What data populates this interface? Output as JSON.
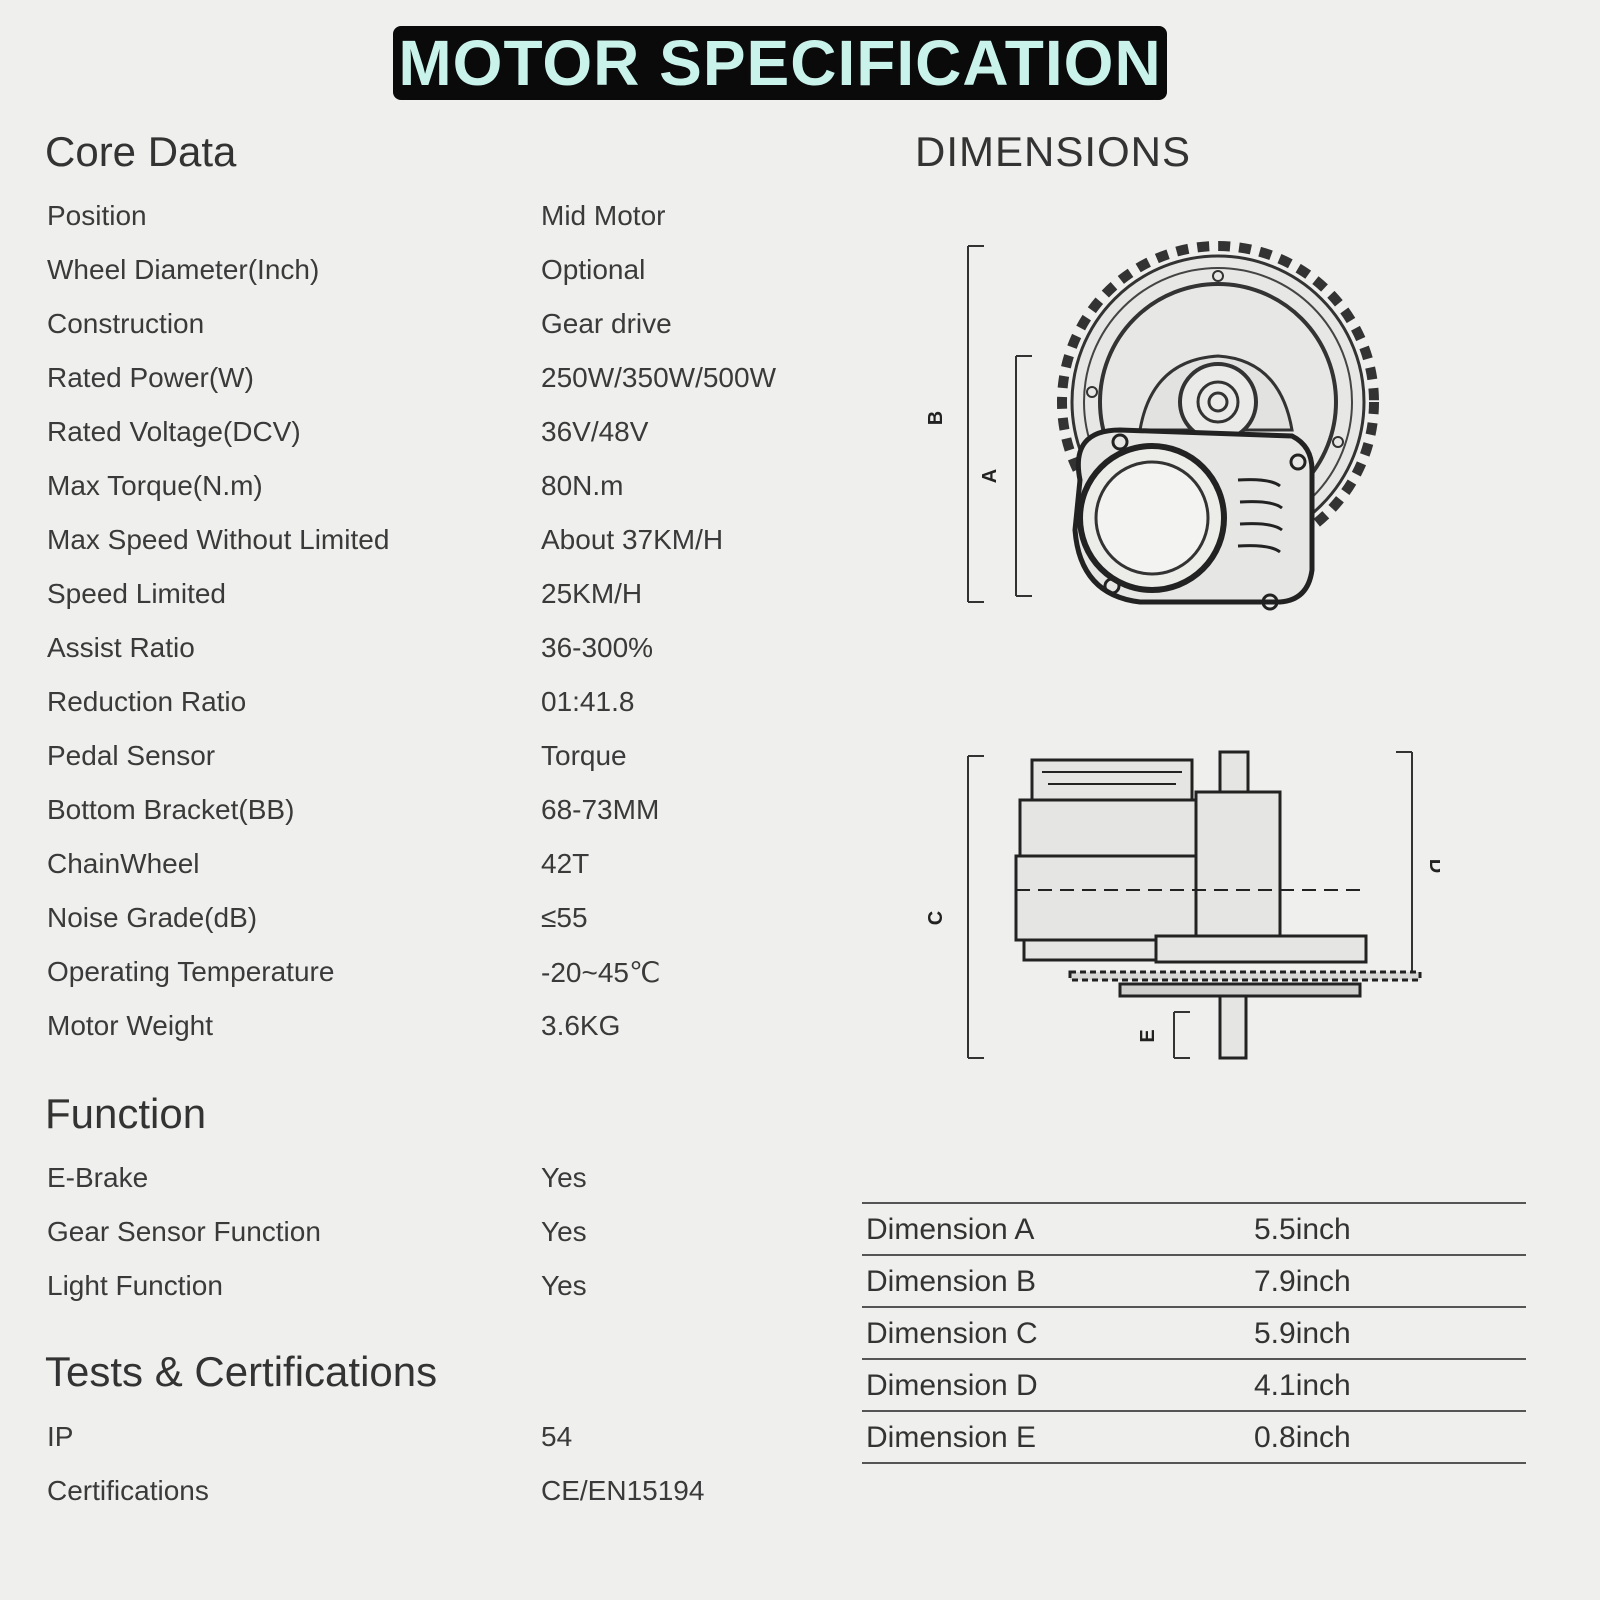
{
  "header": {
    "title": "MOTOR SPECIFICATION"
  },
  "core_data": {
    "title": "Core Data",
    "rows": [
      {
        "label": "Position",
        "value": "Mid Motor"
      },
      {
        "label": "Wheel Diameter(Inch)",
        "value": "Optional"
      },
      {
        "label": "Construction",
        "value": "Gear drive"
      },
      {
        "label": "Rated Power(W)",
        "value": "250W/350W/500W"
      },
      {
        "label": "Rated Voltage(DCV)",
        "value": "36V/48V"
      },
      {
        "label": "Max Torque(N.m)",
        "value": "80N.m"
      },
      {
        "label": "Max Speed Without Limited",
        "value": "About 37KM/H"
      },
      {
        "label": "Speed Limited",
        "value": "25KM/H"
      },
      {
        "label": "Assist Ratio",
        "value": "36-300%"
      },
      {
        "label": "Reduction Ratio",
        "value": "01:41.8"
      },
      {
        "label": "Pedal Sensor",
        "value": "Torque"
      },
      {
        "label": "Bottom Bracket(BB)",
        "value": "68-73MM"
      },
      {
        "label": "ChainWheel",
        "value": "42T"
      },
      {
        "label": "Noise Grade(dB)",
        "value": "≤55"
      },
      {
        "label": "Operating Temperature",
        "value": "-20~45℃"
      },
      {
        "label": "Motor Weight",
        "value": "3.6KG"
      }
    ]
  },
  "function": {
    "title": "Function",
    "rows": [
      {
        "label": "E-Brake",
        "value": "Yes"
      },
      {
        "label": "Gear Sensor Function",
        "value": "Yes"
      },
      {
        "label": "Light Function",
        "value": "Yes"
      }
    ]
  },
  "tests": {
    "title": "Tests & Certifications",
    "rows": [
      {
        "label": "IP",
        "value": "54"
      },
      {
        "label": "Certifications",
        "value": "CE/EN15194"
      }
    ]
  },
  "dimensions": {
    "title": "DIMENSIONS",
    "labels": {
      "a": "A",
      "b": "B",
      "c": "C",
      "d": "D",
      "e": "E"
    },
    "rows": [
      {
        "label": "Dimension A",
        "value": "5.5inch"
      },
      {
        "label": "Dimension B",
        "value": "7.9inch"
      },
      {
        "label": "Dimension C",
        "value": "5.9inch"
      },
      {
        "label": "Dimension D",
        "value": "4.1inch"
      },
      {
        "label": "Dimension E",
        "value": "0.8inch"
      }
    ]
  }
}
